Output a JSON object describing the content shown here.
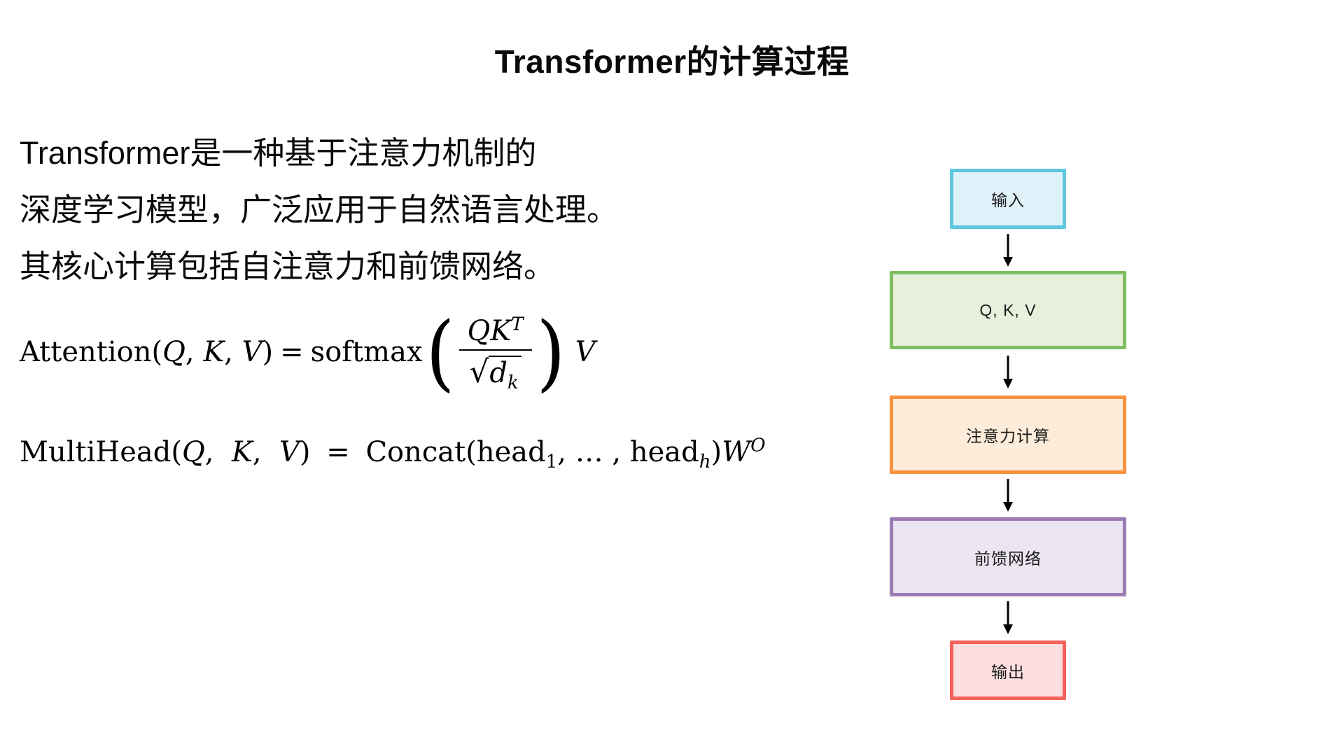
{
  "title": "Transformer的计算过程",
  "intro": {
    "line1": "Transformer是一种基于注意力机制的",
    "line2": "深度学习模型，广泛应用于自然语言处理。",
    "line3": "其核心计算包括自注意力和前馈网络。"
  },
  "formulas": {
    "attention": {
      "func": "Attention",
      "open": "(",
      "arg1": "Q",
      "sep1": ", ",
      "arg2": "K",
      "sep2": ", ",
      "arg3": "V",
      "close": ")",
      "eq": "=",
      "op": "softmax",
      "lparen": "(",
      "num_var1": "Q",
      "num_var2": "K",
      "num_sup": "T",
      "radical": "√",
      "den_var": "d",
      "den_sub": "k",
      "rparen": ")",
      "tail": "V"
    },
    "multihead": {
      "func": "MultiHead",
      "open": "(",
      "arg1": "Q",
      "sep1": ", ",
      "arg2": "K",
      "sep2": ", ",
      "arg3": "V",
      "close": ")",
      "eq": "=",
      "op": "Concat",
      "op_open": "(",
      "head1": "head",
      "head1_sub": "1",
      "dots": ", … , ",
      "head2": "head",
      "head2_sub": "h",
      "op_close": ")",
      "w": "W",
      "w_sup": "O"
    }
  },
  "flowchart": {
    "arrow_color": "#000000",
    "nodes": [
      {
        "id": "input",
        "label": "输入",
        "fill": "#dff1f9",
        "border": "#5ec8de"
      },
      {
        "id": "qkv",
        "label": "Q, K, V",
        "fill": "#e6f0dd",
        "border": "#7fbf63"
      },
      {
        "id": "attention",
        "label": "注意力计算",
        "fill": "#fdecd9",
        "border": "#f6923d"
      },
      {
        "id": "feedforward",
        "label": "前馈网络",
        "fill": "#ebe4f1",
        "border": "#9d7ab5"
      },
      {
        "id": "output",
        "label": "输出",
        "fill": "#fcdede",
        "border": "#f4625b"
      }
    ]
  }
}
